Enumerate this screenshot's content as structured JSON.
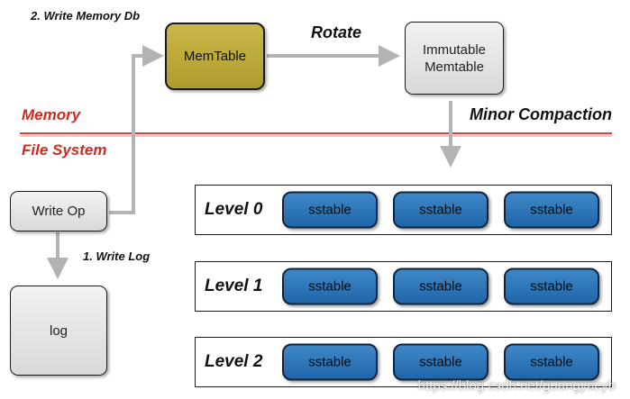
{
  "labels": {
    "write_memory": "2. Write Memory Db",
    "rotate": "Rotate",
    "memory": "Memory",
    "file_system": "File System",
    "minor_compaction": "Minor Compaction",
    "write_log": "1. Write Log"
  },
  "boxes": {
    "memtable": "MemTable",
    "immutable": "Immutable\nMemtable",
    "write_op": "Write Op",
    "log": "log"
  },
  "levels": [
    {
      "name": "Level 0",
      "tables": [
        "sstable",
        "sstable",
        "sstable"
      ]
    },
    {
      "name": "Level 1",
      "tables": [
        "sstable",
        "sstable",
        "sstable"
      ]
    },
    {
      "name": "Level 2",
      "tables": [
        "sstable",
        "sstable",
        "sstable"
      ]
    }
  ],
  "watermark": "https://blog.csdn.net/guangyacyb",
  "colors": {
    "memtable": "#c0ac3a",
    "sstable": "#2f77b9",
    "divider": "#e0403a",
    "label_red": "#d0291f",
    "arrow": "#b3b3b3"
  }
}
